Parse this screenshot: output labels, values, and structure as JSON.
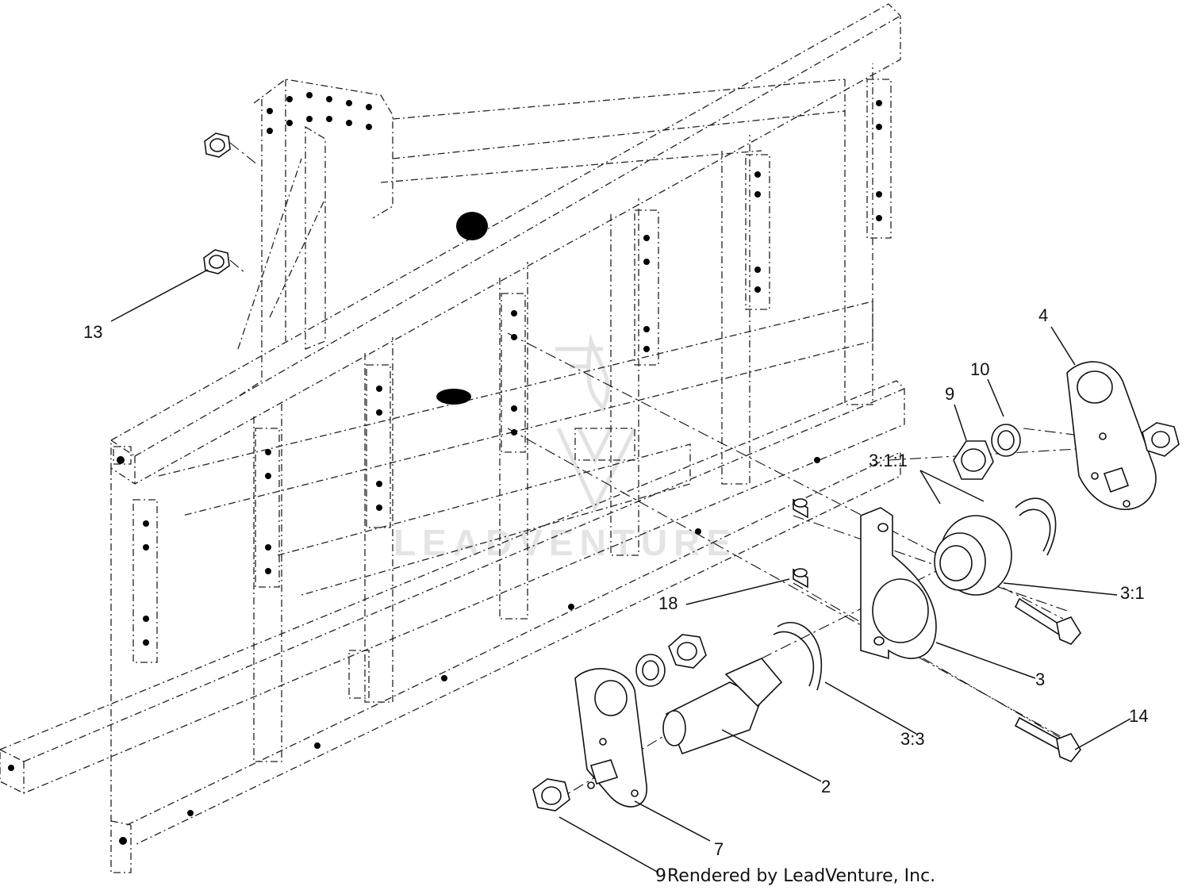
{
  "diagram": {
    "callouts": [
      {
        "id": "13",
        "label": "13"
      },
      {
        "id": "4",
        "label": "4"
      },
      {
        "id": "10",
        "label": "10"
      },
      {
        "id": "9a",
        "label": "9"
      },
      {
        "id": "3-1-1",
        "label": "3:1:1"
      },
      {
        "id": "3-1",
        "label": "3:1"
      },
      {
        "id": "18",
        "label": "18"
      },
      {
        "id": "3",
        "label": "3"
      },
      {
        "id": "3-3",
        "label": "3:3"
      },
      {
        "id": "14",
        "label": "14"
      },
      {
        "id": "2",
        "label": "2"
      },
      {
        "id": "7",
        "label": "7"
      }
    ],
    "watermark": {
      "text": "LEADVENTURE"
    },
    "credit": {
      "number": "9",
      "text": "Rendered by LeadVenture, Inc."
    }
  }
}
